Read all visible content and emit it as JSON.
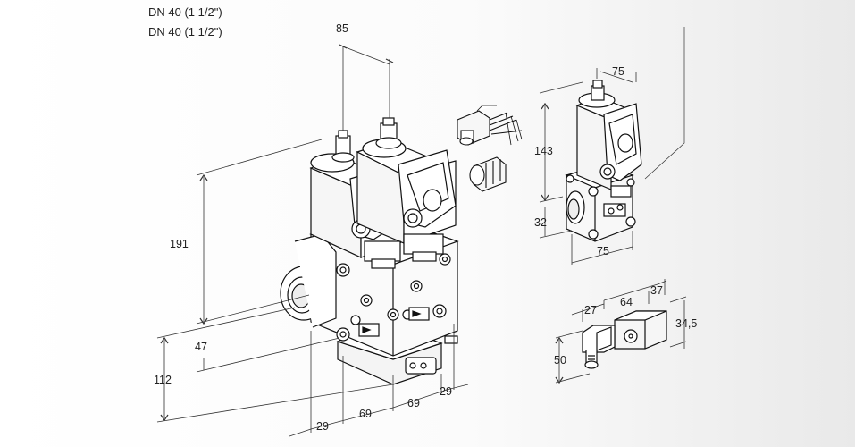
{
  "header": {
    "line1": "DN 40 (1 1/2\")",
    "line2": "DN 40 (1 1/2\")"
  },
  "dimensions": {
    "main_spacing": "85",
    "main_height": "191",
    "main_lower": "47",
    "main_total": "112",
    "bottom_29_left": "29",
    "bottom_69_left": "69",
    "bottom_69_right": "69",
    "bottom_29_right": "29",
    "single_top": "75",
    "single_height": "143",
    "single_lower": "32",
    "single_bottom": "75",
    "conn_27": "27",
    "conn_64": "64",
    "conn_37": "37",
    "conn_34_5": "34,5",
    "conn_50": "50"
  }
}
